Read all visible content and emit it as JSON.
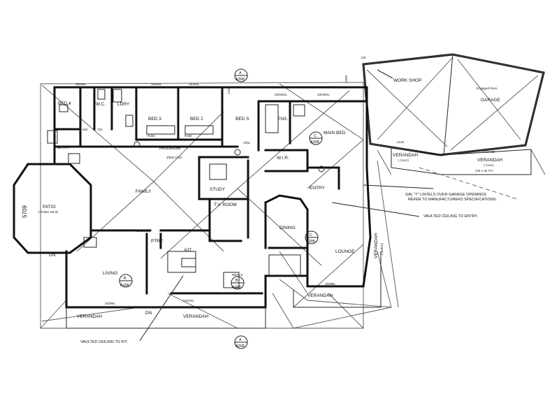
{
  "rooms": {
    "bed4": "BED 4",
    "wc": "W.C.",
    "ldry": "LDRY",
    "bed3": "BED 3",
    "bed2": "BED 2",
    "beds": "BED S",
    "ens": "ENS.",
    "main_bed": "MAIN BED",
    "workshop": "WORK SHOP",
    "garage": "GARAGE",
    "bath": "BATH",
    "passage": "PASSAGE",
    "wir": "W.I.R.",
    "family": "FAMILY",
    "study": "STUDY",
    "entry": "ENTRY",
    "patio": "PATIO",
    "patio_sub": "(Timber Deck)",
    "tv_room": "T.V. ROOM",
    "dining": "DINING",
    "lounge": "LOUNGE",
    "ptry": "PTRY.",
    "kit": "KIT.",
    "living": "LIVING",
    "meals": "MEALS",
    "verandah": "VERANDAH",
    "verandah_conc": "VERANDAH",
    "conc": "( Conc)",
    "verandah_timber": "VERANDAH",
    "timber": "(Timber)",
    "robe": "Robe",
    "dn": "DN"
  },
  "dimensions": {
    "d130": "130",
    "d2908": "2908",
    "d1130": "1130",
    "d5709": "5709",
    "d_0006sl": "0006SL",
    "d_1818sl": "1818SL",
    "d_20048sl": "20048SL",
    "d_2130": "2130",
    "d_720": "720",
    "d_820": "820",
    "d_3820cso": "3/820 CSO",
    "d_2710": "2710-OD",
    "d_2404": "2404GL",
    "d_20298": "20298L",
    "d_2710b": "27(OOD)",
    "d_245": "245 x 45 F17"
  },
  "sections": {
    "a_letter": "A",
    "b_letter": "B",
    "c_letter": "C",
    "a308": "A308"
  },
  "notes": {
    "lintels_1": "GAL \"T\" LINTELS  OVER GARAGE OPENINGS",
    "lintels_2": "REFER TO MANUFACTURERS SPECIFICATIONS.",
    "vaulted_entry": "VAULTED CEILING TO ENTRY.",
    "vaulted_kit": "VAULTED CEILING TO KIT.",
    "engaged_piers": "Engaged Piers",
    "cfbd": "Cfbd"
  }
}
